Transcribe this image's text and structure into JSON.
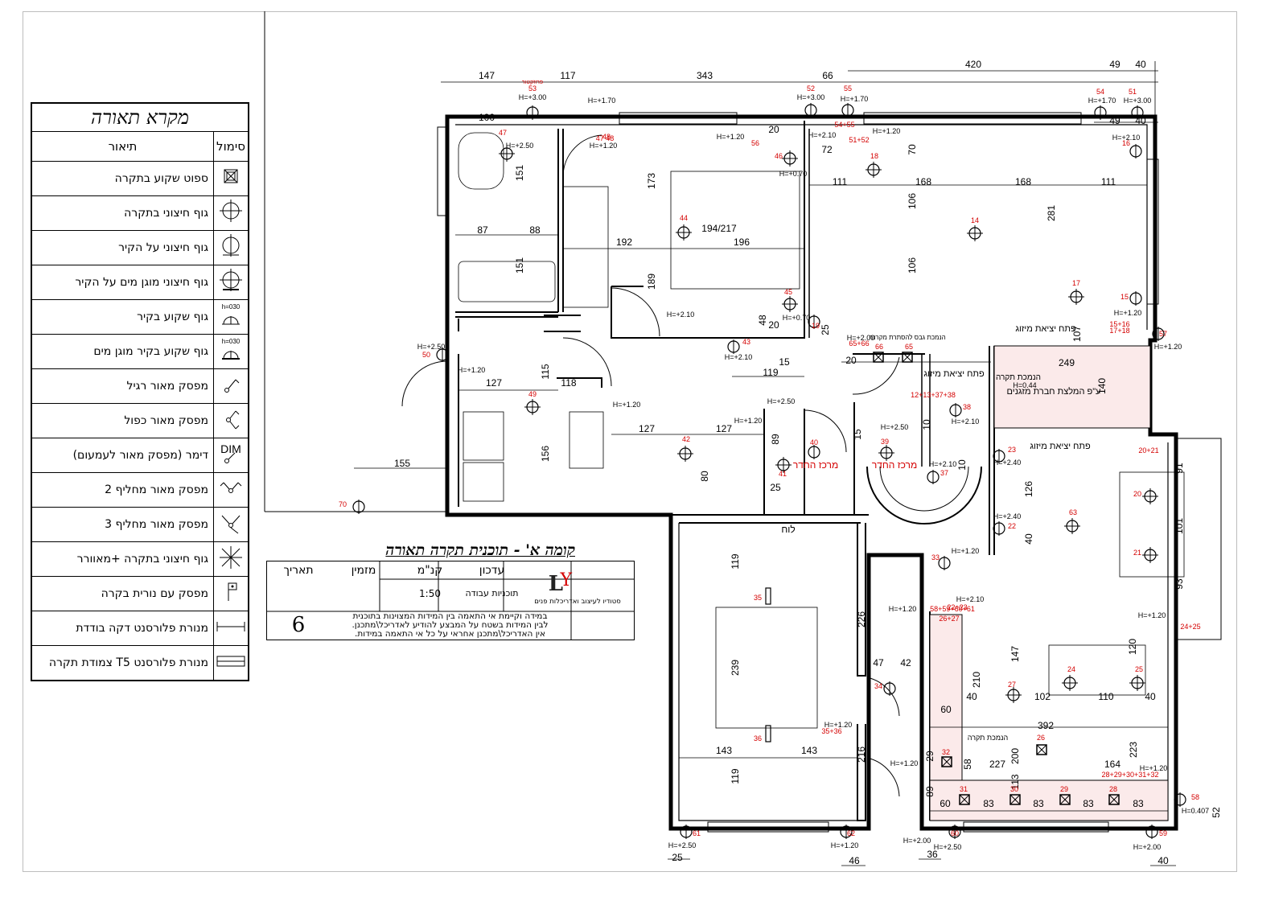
{
  "legend": {
    "title": "מקרא תאורה",
    "col_symbol": "סימול",
    "col_desc": "תיאור",
    "rows": [
      {
        "icon": "recessed-ceiling-spot-icon",
        "label": "ספוט שקוע בתקרה"
      },
      {
        "icon": "surface-ceiling-fixture-icon",
        "label": "גוף חיצוני בתקרה"
      },
      {
        "icon": "surface-wall-fixture-icon",
        "label": "גוף חיצוני על הקיר"
      },
      {
        "icon": "waterproof-wall-fixture-icon",
        "label": "גוף חיצוני מוגן מים על הקיר"
      },
      {
        "icon": "recessed-wall-fixture-icon",
        "label": "גוף שקוע בקיר",
        "sym_text": "h=030"
      },
      {
        "icon": "waterproof-recessed-wall-fixture-icon",
        "label": "גוף שקוע בקיר מוגן מים",
        "sym_text": "h=030"
      },
      {
        "icon": "single-switch-icon",
        "label": "מפסק מאור רגיל"
      },
      {
        "icon": "double-switch-icon",
        "label": "מפסק מאור כפול"
      },
      {
        "icon": "dimmer-icon",
        "label": "דימר (מפסק מאור לעמעום)",
        "sym_text": "DIM"
      },
      {
        "icon": "two-way-switch-icon",
        "label": "מפסק מאור מחליף 2"
      },
      {
        "icon": "three-way-switch-icon",
        "label": "מפסק מאור מחליף 3"
      },
      {
        "icon": "ceiling-fixture-fan-icon",
        "label": "גוף חיצוני בתקרה +מאוורר"
      },
      {
        "icon": "switch-indicator-icon",
        "label": "מפסק עם נורית בקרה"
      },
      {
        "icon": "thin-fluorescent-icon",
        "label": "מנורת פלורסנט דקה בודדת"
      },
      {
        "icon": "t5-fluorescent-icon",
        "label": "מנורת פלורסנט T5 צמודת תקרה"
      }
    ]
  },
  "title_block": {
    "title": "קומה א' - תוכנית תקרה תאורה",
    "col_date": "תאריך",
    "col_client": "מזמין",
    "col_scale": "קנ\"מ",
    "col_update": "עדכון",
    "scale": "1:50",
    "status": "תוכניות עבודה",
    "sheet_no": "6",
    "note_lines": [
      "במידה וקיימת אי התאמה בין המידות המצוינות בתוכנית",
      "לבין המידות בשטח על המבצע להודיע לאדריכל\\מתכנן.",
      "אין האדריכל\\מתכנן אחראי על כל אי התאמה במידות."
    ],
    "studio": "סטודיו לעיצוב ואדריכלות פנים",
    "logo_letters": "LY"
  },
  "plan": {
    "dims_top": [
      "147",
      "117",
      "343",
      "66",
      "420",
      "49",
      "40"
    ],
    "dims_inner": [
      "100",
      "49",
      "40",
      "72",
      "20"
    ],
    "room_dims": [
      "151",
      "151",
      "173",
      "87",
      "88",
      "192",
      "196",
      "194/217",
      "189",
      "111",
      "168",
      "168",
      "111",
      "106",
      "106",
      "281",
      "70",
      "48",
      "20",
      "15",
      "119",
      "25",
      "127",
      "115",
      "118",
      "156",
      "127",
      "127",
      "155",
      "89",
      "80",
      "25",
      "15",
      "10",
      "10",
      "249",
      "140",
      "126",
      "40",
      "91",
      "101",
      "93",
      "119",
      "239",
      "226",
      "119",
      "143",
      "143",
      "216",
      "47",
      "42",
      "147",
      "210",
      "200",
      "120",
      "223",
      "164",
      "392",
      "40",
      "102",
      "110",
      "40",
      "60",
      "58",
      "29",
      "227",
      "113",
      "89",
      "60",
      "83",
      "83",
      "83",
      "83",
      "52",
      "25",
      "46",
      "36",
      "40",
      "107",
      "20"
    ],
    "heights": [
      "H=+3.00",
      "H=+1.70",
      "H=+3.00",
      "H=+1.70",
      "H=+1.70",
      "H=+3.00",
      "H=+2.50",
      "H=+1.20",
      "H=+1.20",
      "H=+2.10",
      "H=+0.70",
      "H=+1.20",
      "H=+2.10",
      "H=+2.10",
      "H=+0.70",
      "H=+2.10",
      "H=+1.20",
      "H=+1.20",
      "H=+2.50",
      "H=+1.20",
      "H=+1.20",
      "H=+1.20",
      "H=+2.50",
      "H=+2.50",
      "H=+2.10",
      "H=+2.10",
      "H=+2.40",
      "H=+2.40",
      "H=+1.20",
      "H=+2.10",
      "H=+1.20",
      "H=+1.20",
      "H=+1.20",
      "H=+1.20",
      "H=+1.20",
      "H=+2.00",
      "H=+2.50",
      "H=+2.50",
      "H=+1.20",
      "H=+2.00",
      "H=+2.00",
      "H=0.407",
      "H=0.44"
    ],
    "fixture_ids": [
      "53",
      "56",
      "52",
      "55",
      "54",
      "51",
      "47",
      "48",
      "44",
      "45",
      "46",
      "43",
      "16",
      "18",
      "14",
      "17",
      "15",
      "57",
      "50",
      "49",
      "42",
      "41",
      "40",
      "39",
      "38",
      "37",
      "23",
      "22",
      "20",
      "21",
      "63",
      "24",
      "25",
      "27",
      "26",
      "33",
      "34",
      "35",
      "36",
      "32",
      "31",
      "30",
      "29",
      "28",
      "58",
      "59",
      "60",
      "61",
      "62",
      "65",
      "66",
      "19",
      "70"
    ],
    "fixture_groups": [
      "47 48",
      "54+55",
      "51+52",
      "65+66",
      "12+13+37+38",
      "15+16",
      "17+18",
      "20+21",
      "22+23",
      "26+27",
      "24+25",
      "28+29+30+31+32",
      "35+36",
      "58+59+60+61"
    ],
    "room_labels": [
      "מרכז החדר",
      "מרכז החדר",
      "לוח",
      "פתח יציאת מיזוג",
      "פתח יציאת מיזוג",
      "פתח יציאת מיזוג",
      "הנמכת תקרה",
      "ע\"פ המלצת חברת מזגנים",
      "הנמכת תקרה",
      "הנמכת גבס להסתרת מקרנה",
      "פרוזקטור"
    ]
  }
}
